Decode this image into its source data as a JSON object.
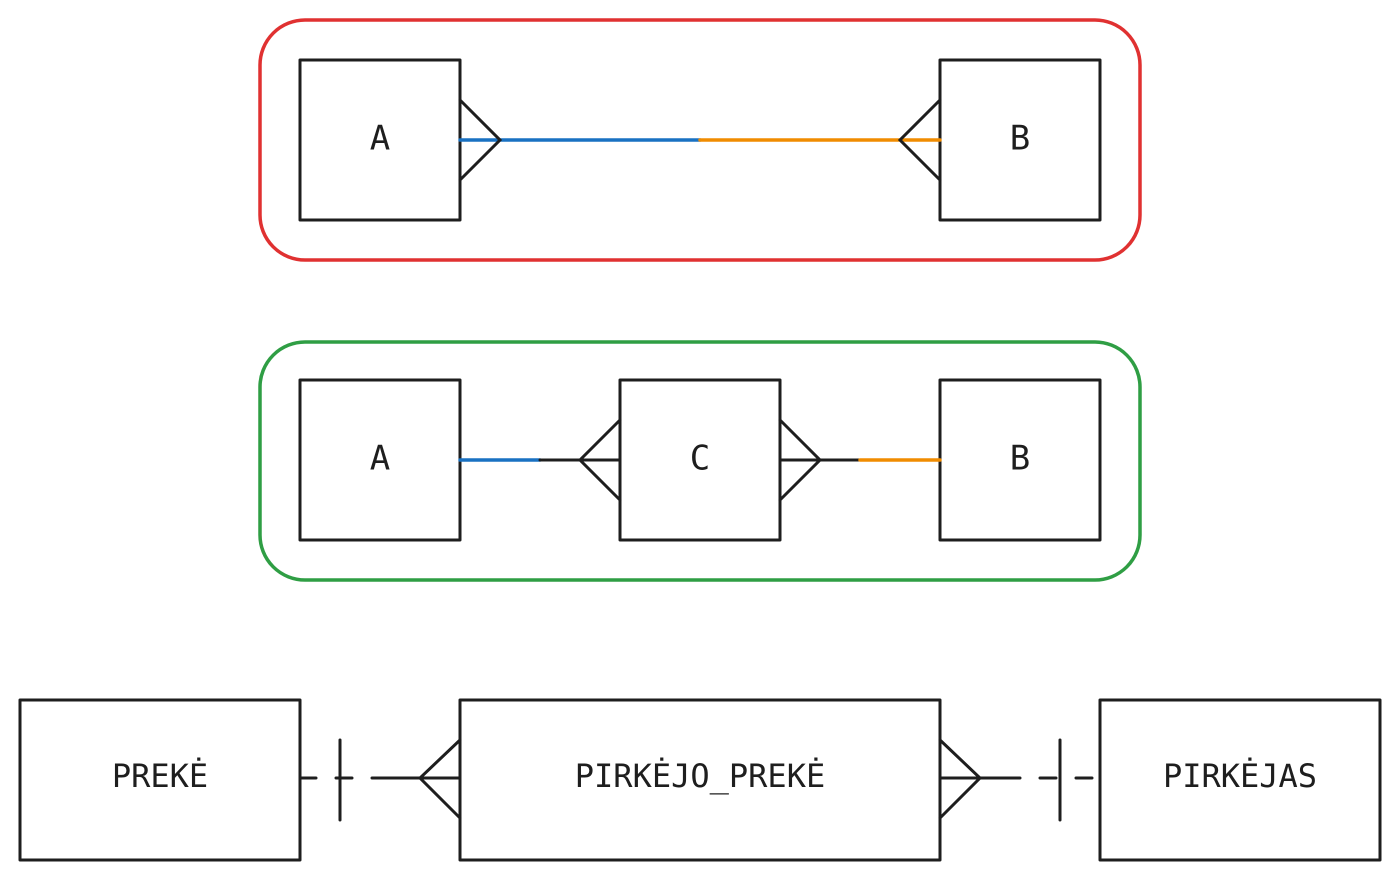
{
  "colors": {
    "ink": "#1e1e1e",
    "frame_top": "#e03131",
    "frame_middle": "#2f9e44",
    "link_a": "#1971c2",
    "link_b": "#f08c00"
  },
  "top_group": {
    "entity_a": "A",
    "entity_b": "B"
  },
  "middle_group": {
    "entity_a": "A",
    "entity_c": "C",
    "entity_b": "B"
  },
  "bottom_row": {
    "entity_left": "PREKĖ",
    "entity_center": "PIRKĖJO_PREKĖ",
    "entity_right": "PIRKĖJAS"
  }
}
